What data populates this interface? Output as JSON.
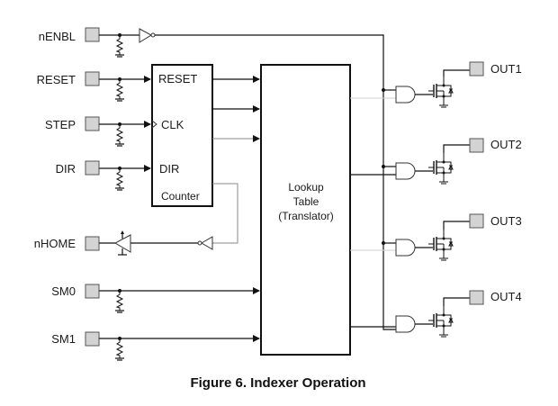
{
  "figure": {
    "caption": "Figure 6.  Indexer Operation"
  },
  "inputs": [
    {
      "id": "nENBL",
      "label": "nENBL"
    },
    {
      "id": "RESET",
      "label": "RESET"
    },
    {
      "id": "STEP",
      "label": "STEP"
    },
    {
      "id": "DIR",
      "label": "DIR"
    },
    {
      "id": "nHOME",
      "label": "nHOME"
    },
    {
      "id": "SM0",
      "label": "SM0"
    },
    {
      "id": "SM1",
      "label": "SM1"
    }
  ],
  "counter": {
    "title": "Counter",
    "pins": {
      "reset": "RESET",
      "clk": "CLK",
      "dir": "DIR"
    }
  },
  "lookup_table": {
    "line1": "Lookup",
    "line2": "Table",
    "line3": "(Translator)"
  },
  "outputs": [
    {
      "id": "OUT1",
      "label": "OUT1"
    },
    {
      "id": "OUT2",
      "label": "OUT2"
    },
    {
      "id": "OUT3",
      "label": "OUT3"
    },
    {
      "id": "OUT4",
      "label": "OUT4"
    }
  ]
}
